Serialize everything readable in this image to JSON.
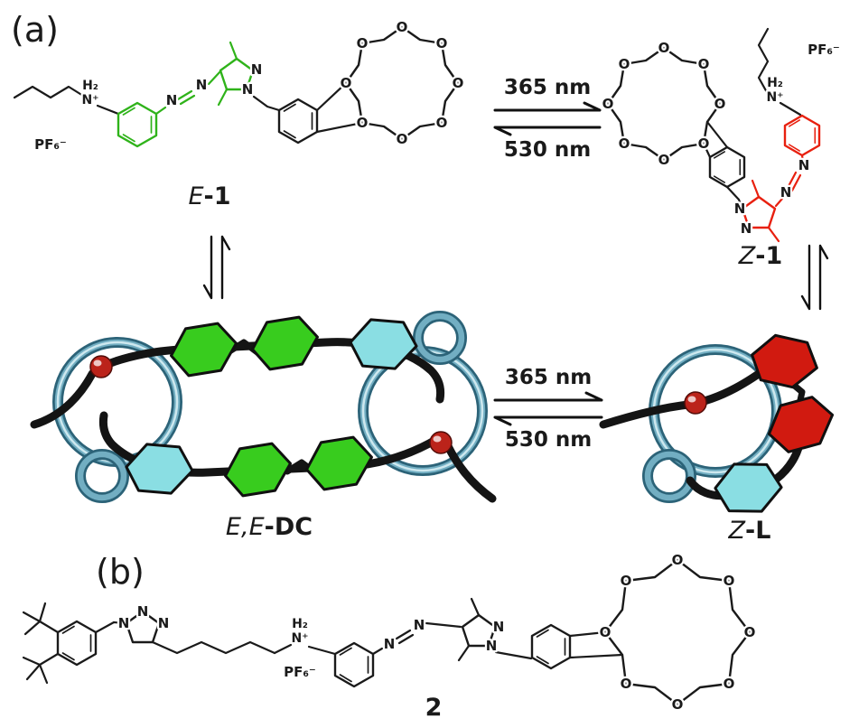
{
  "figure": {
    "panel_a": "(a)",
    "panel_b": "(b)"
  },
  "photoswitching": {
    "forward": "365 nm",
    "reverse": "530 nm"
  },
  "species": {
    "e1": {
      "prefix": "E",
      "suffix": "-1"
    },
    "z1": {
      "prefix": "Z",
      "suffix": "-1"
    },
    "eedc": {
      "prefix": "E,E",
      "suffix": "-DC"
    },
    "zl": {
      "prefix": "Z",
      "suffix": "-L"
    },
    "compound2": "2"
  },
  "atoms": {
    "oxygen": "O",
    "nitrogen": "N",
    "ammonium_h2": "H₂",
    "ammonium_n": "N⁺"
  },
  "ions": {
    "pf6": "PF₆⁻"
  },
  "colors": {
    "trans_azo_green": "#2fb31a",
    "cis_azo_red": "#e8200f",
    "cartoon_green": "#38cc1e",
    "cartoon_red": "#d11a10",
    "cartoon_cyan": "#8adee3",
    "loop_teal_dark": "#2c6378",
    "loop_teal_mid": "#72aec2",
    "loop_teal_light": "#cde8ef",
    "sphere_red": "#bb231a",
    "bond_black": "#1a1a1a"
  }
}
